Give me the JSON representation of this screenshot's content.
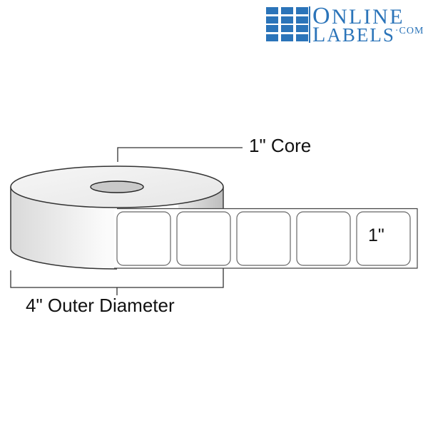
{
  "logo": {
    "line1_cap": "O",
    "line1_rest": "NLINE",
    "line2_cap": "L",
    "line2_rest": "ABELS",
    "line2_suffix": "·COM",
    "brand_color": "#2b74b9"
  },
  "diagram": {
    "core_label": "1\" Core",
    "outer_diameter_label": "4\" Outer Diameter",
    "label_size": "1\"",
    "label_count_visible": 5,
    "roll_fill_light": "#f4f4f4",
    "roll_fill_dark": "#d6d6d6",
    "core_fill": "#c9c9c9",
    "outline_color": "#333333"
  }
}
